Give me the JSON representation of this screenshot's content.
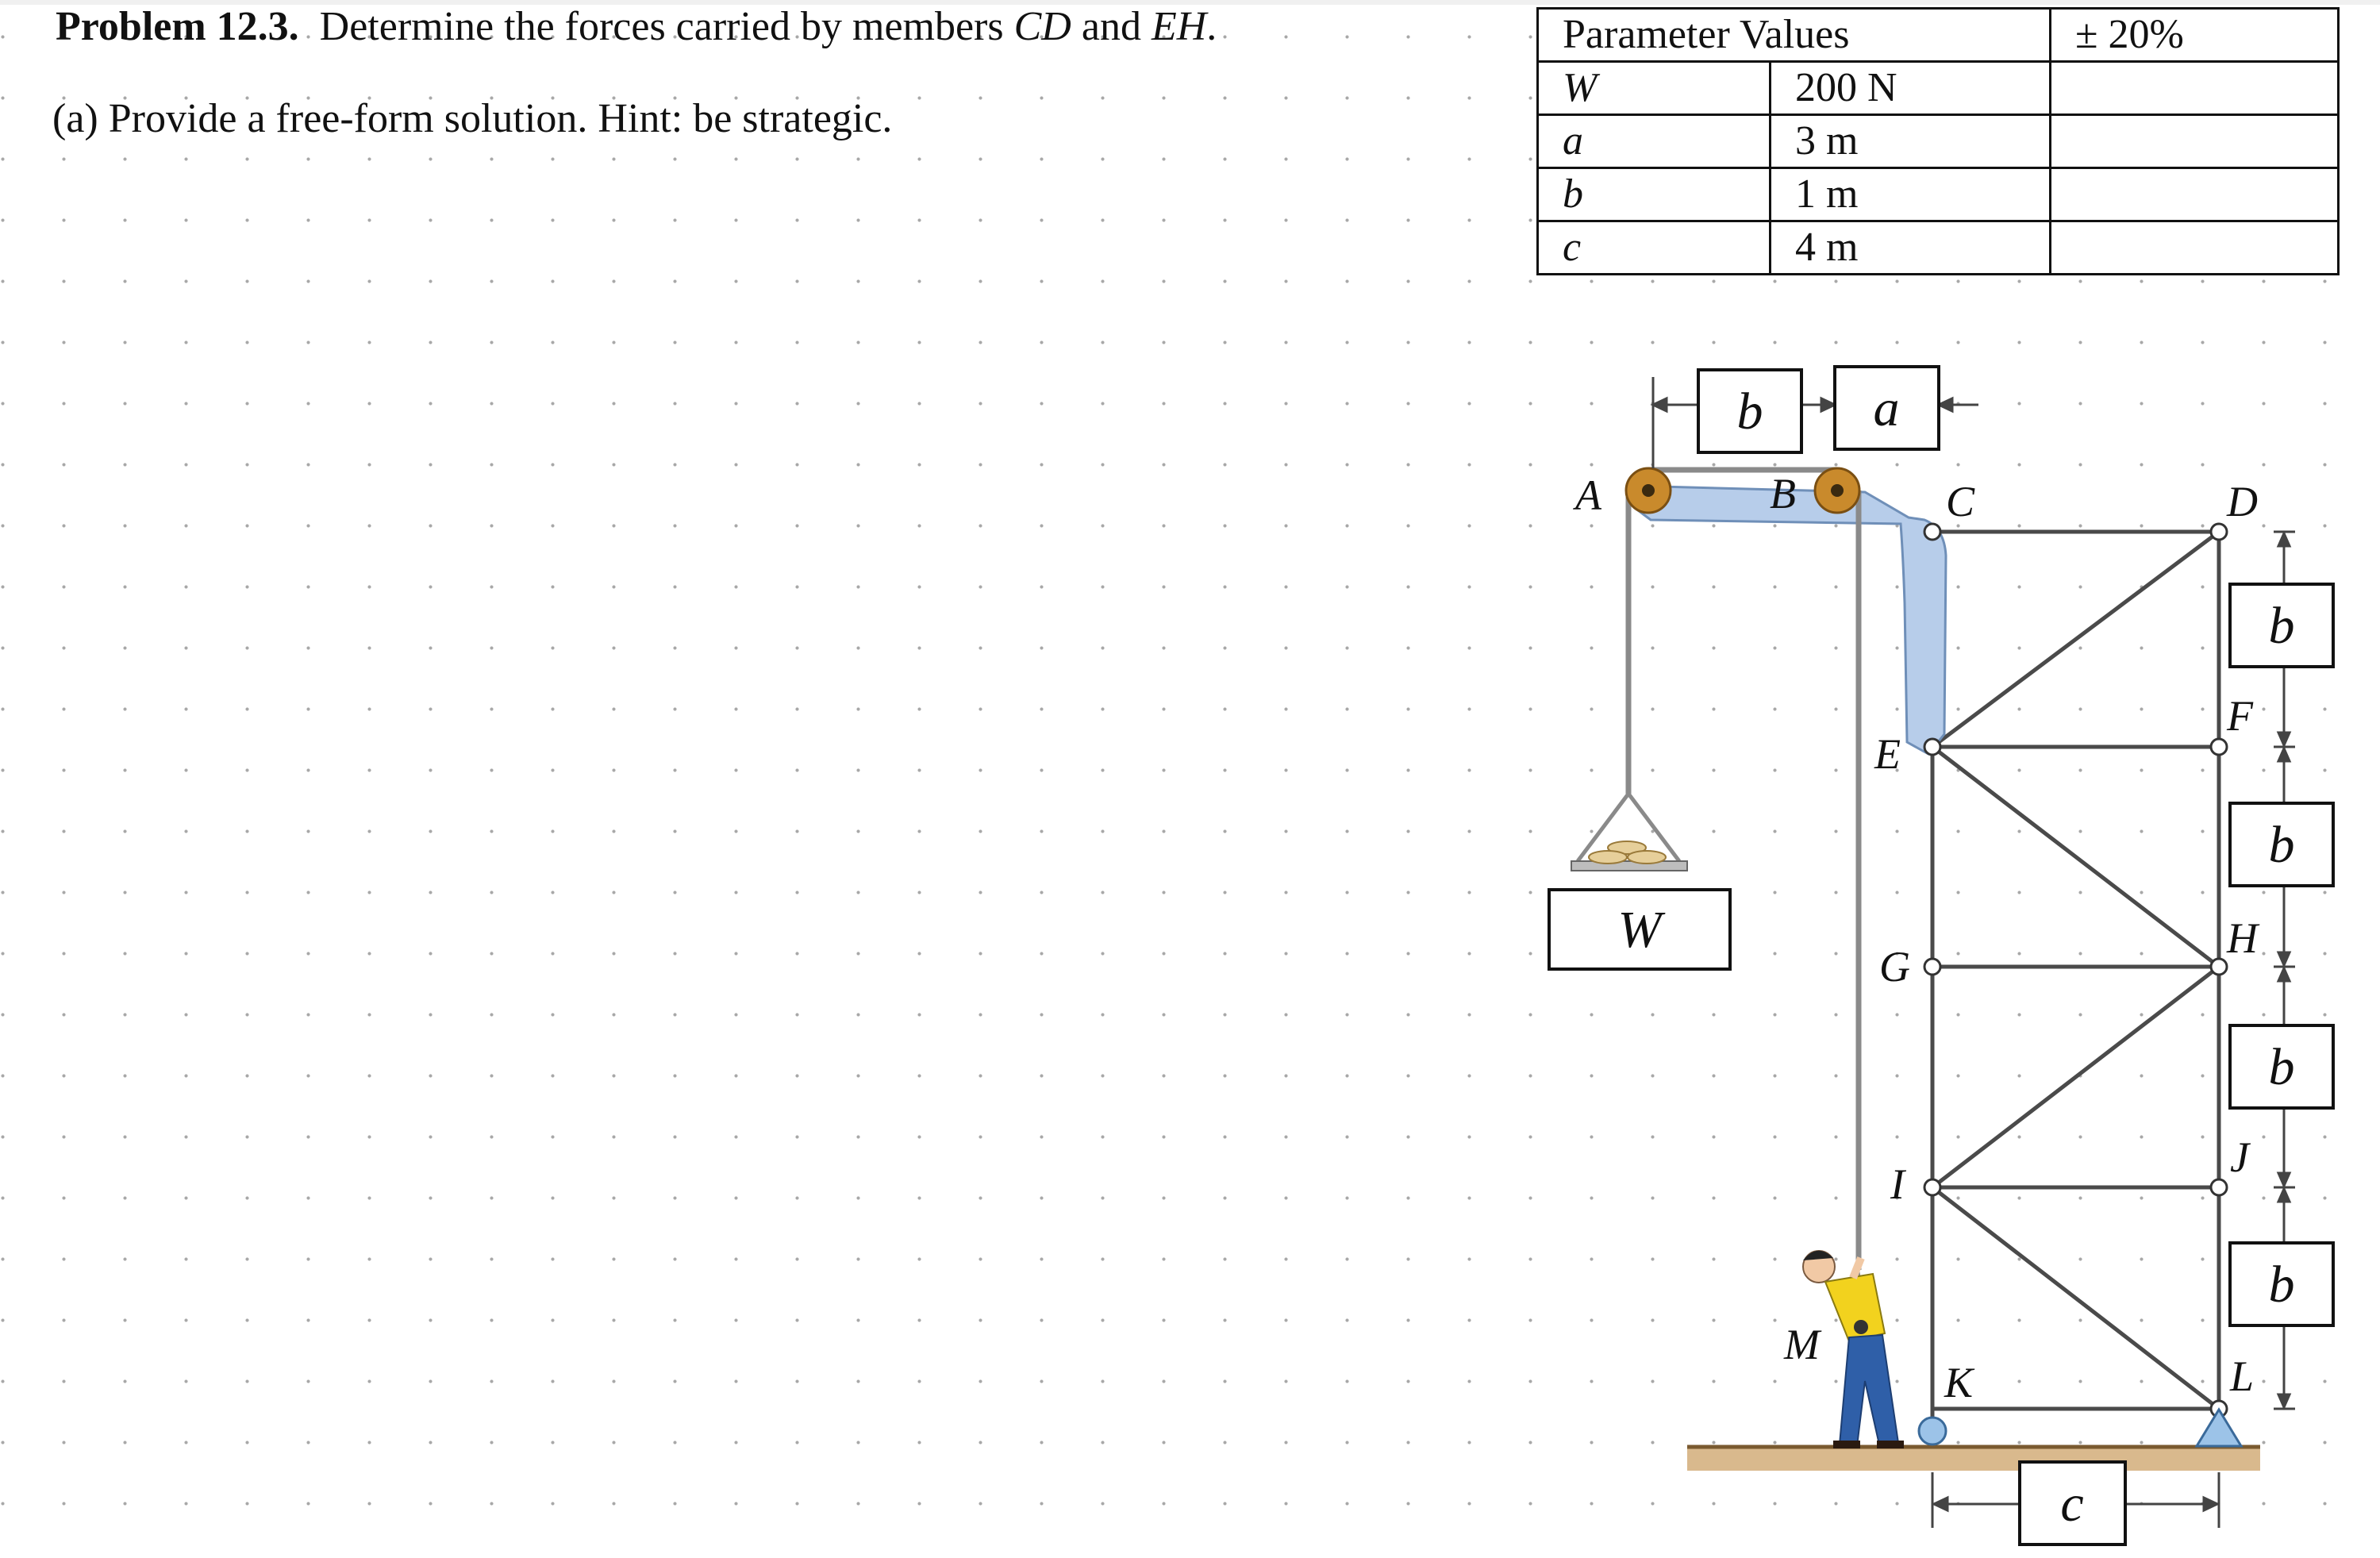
{
  "problem": {
    "label": "Problem 12.3.",
    "statement_pre": "Determine the forces carried by members ",
    "member1": "CD",
    "statement_mid": " and ",
    "member2": "EH",
    "statement_end": ".",
    "part_a": "(a) Provide a free-form solution.  Hint: be strategic."
  },
  "parameter_table": {
    "header_label": "Parameter Values",
    "header_tolerance": "± 20%",
    "rows": [
      {
        "symbol": "W",
        "value": "200 N"
      },
      {
        "symbol": "a",
        "value": "3 m"
      },
      {
        "symbol": "b",
        "value": "1 m"
      },
      {
        "symbol": "c",
        "value": "4 m"
      }
    ]
  },
  "figure": {
    "joint_labels": [
      "A",
      "B",
      "C",
      "D",
      "E",
      "F",
      "G",
      "H",
      "I",
      "J",
      "K",
      "L",
      "M"
    ],
    "dimension_boxes": {
      "top_left": "b",
      "top_right": "a",
      "right_1": "b",
      "right_2": "b",
      "right_3": "b",
      "right_4": "b",
      "bottom": "c",
      "weight": "W"
    },
    "colors": {
      "arm": "#b7cdea",
      "pulley": "#c98a2c",
      "ground": "#d9b98d",
      "shirt": "#f2d21e",
      "jeans": "#2f5fa8",
      "rope": "#8a8a8a"
    }
  }
}
